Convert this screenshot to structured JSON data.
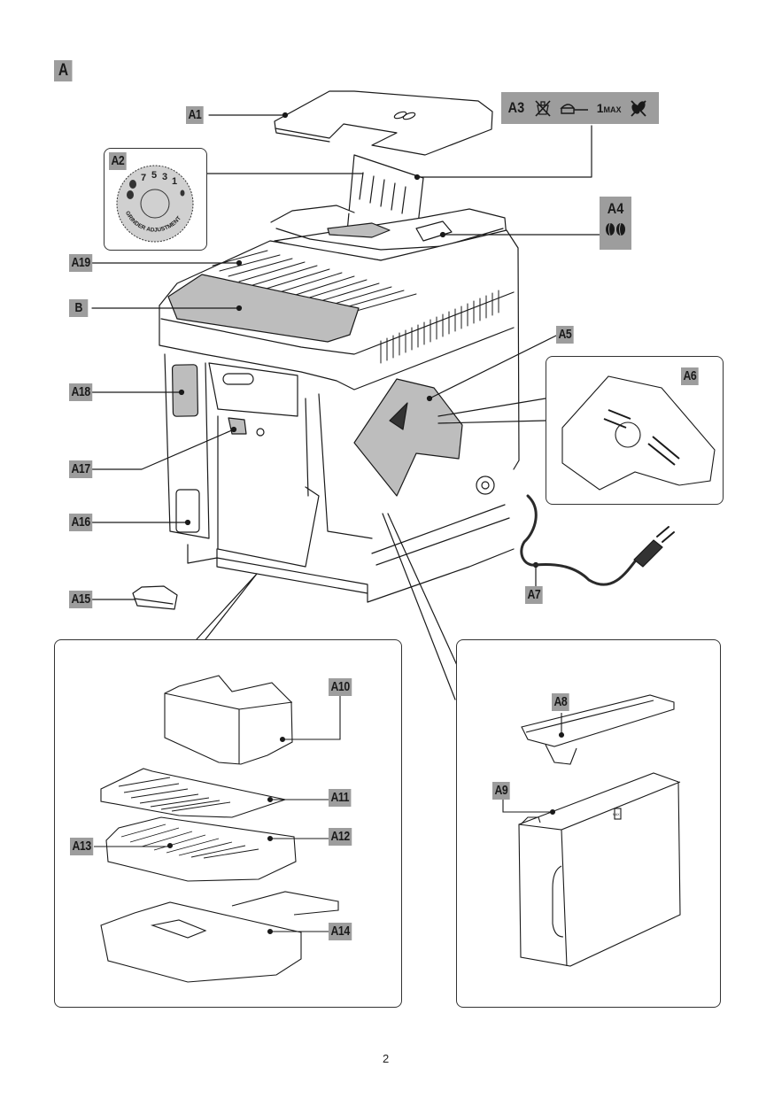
{
  "figure": {
    "section_label": "A",
    "page_number": "2"
  },
  "labels": {
    "A1": "A1",
    "A2": "A2",
    "A3": "A3",
    "A4": "A4",
    "A5": "A5",
    "A6": "A6",
    "A7": "A7",
    "A8": "A8",
    "A9": "A9",
    "A10": "A10",
    "A11": "A11",
    "A12": "A12",
    "A13": "A13",
    "A14": "A14",
    "A15": "A15",
    "A16": "A16",
    "A17": "A17",
    "A18": "A18",
    "A19": "A19",
    "B": "B"
  },
  "grinder_dial": {
    "numbers": [
      "7",
      "5",
      "3",
      "1"
    ],
    "caption": "GRINDER ADJUSTMENT"
  },
  "a3_symbols": {
    "icons": [
      "no-instant-coffee-icon",
      "measuring-scoop-icon",
      "no-beans-icon"
    ],
    "scoop_text": "1",
    "scoop_suffix": "MAX"
  },
  "a4_symbols": {
    "icons": [
      "coffee-beans-icon"
    ]
  },
  "tank_marking": "MAX"
}
